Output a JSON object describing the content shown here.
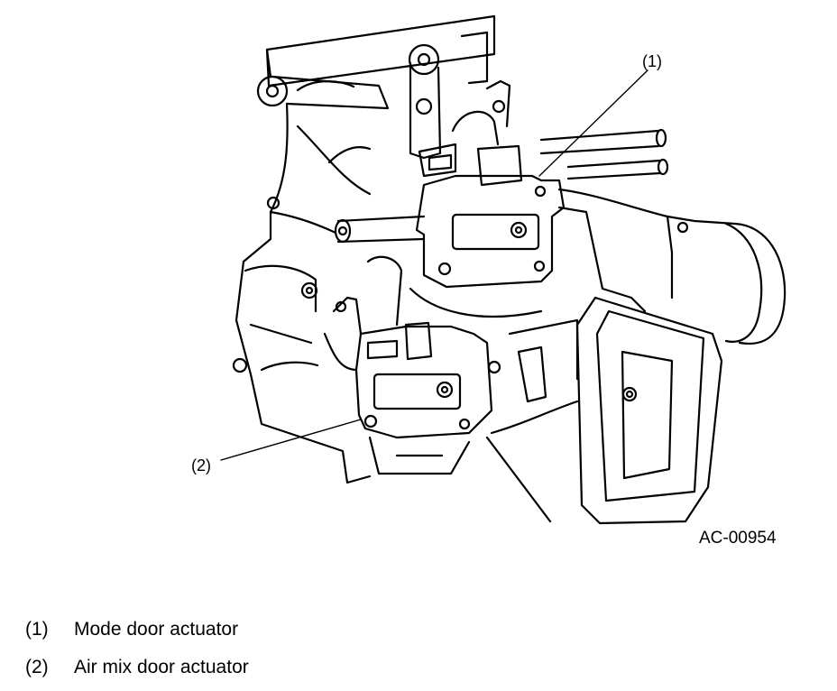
{
  "figure": {
    "callouts": [
      {
        "id": "1",
        "label": "(1)"
      },
      {
        "id": "2",
        "label": "(2)"
      }
    ],
    "figure_id": "AC-00954",
    "line_color": "#000000",
    "background": "#ffffff"
  },
  "legend": [
    {
      "num": "(1)",
      "text": "Mode door actuator"
    },
    {
      "num": "(2)",
      "text": "Air mix door actuator"
    }
  ]
}
